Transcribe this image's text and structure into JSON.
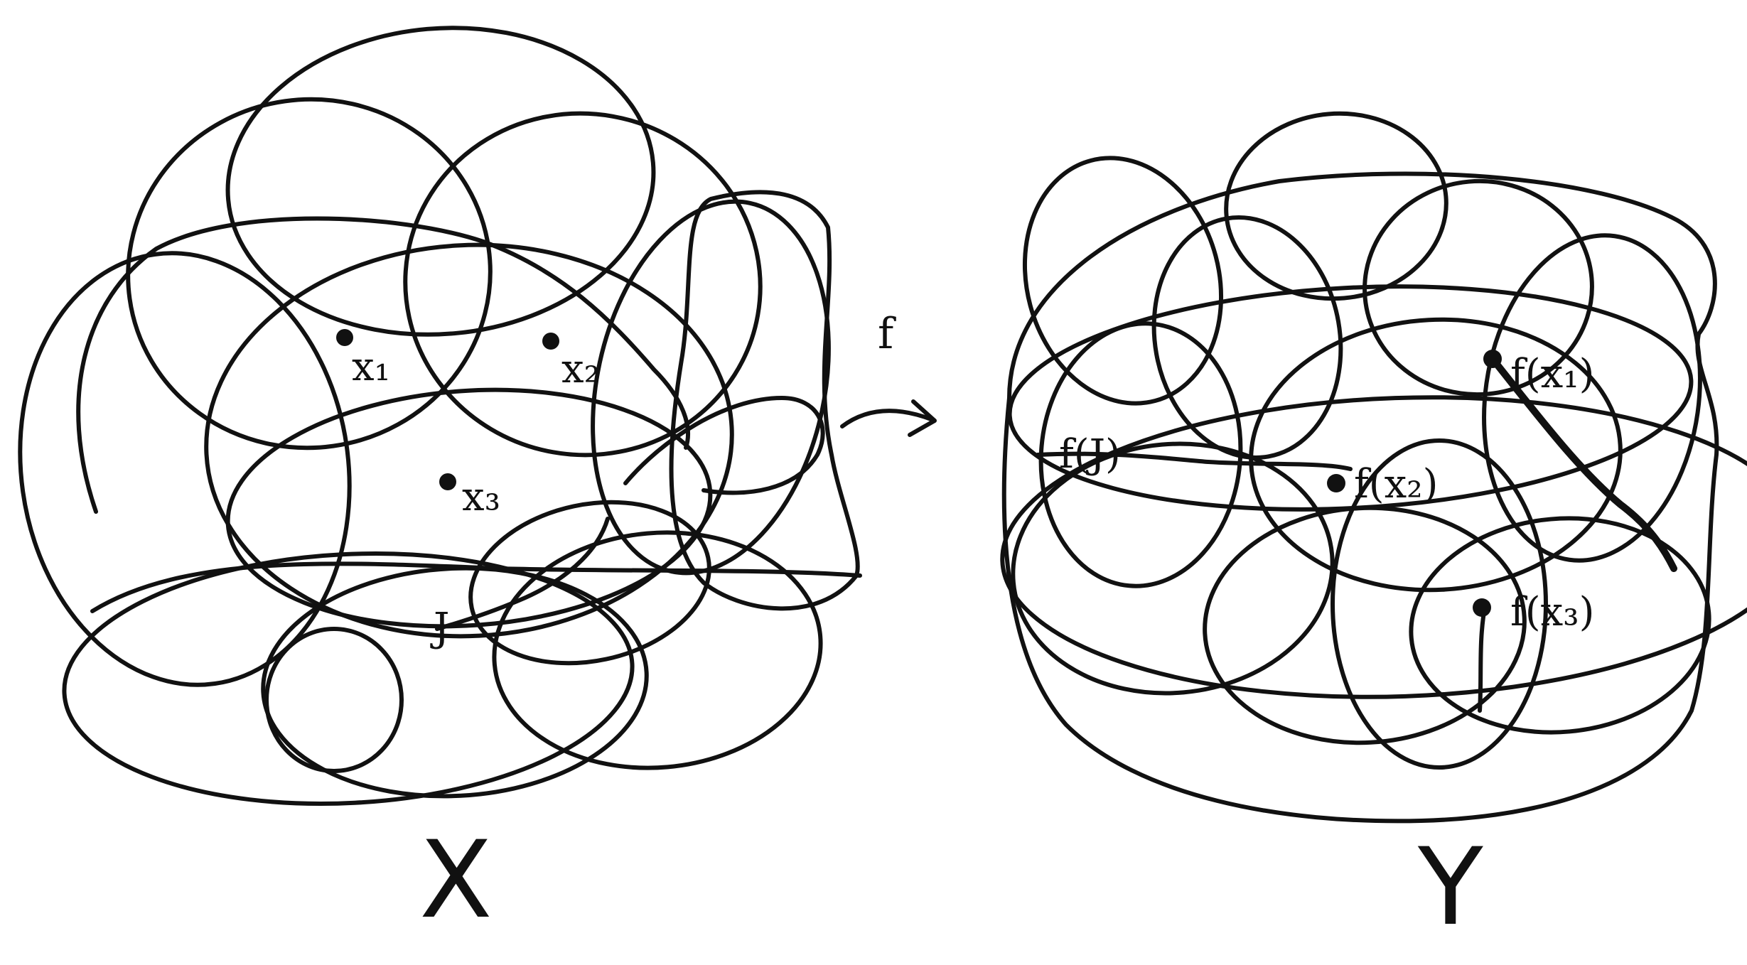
{
  "space_x": {
    "label": "X",
    "points": [
      {
        "label": "x₁"
      },
      {
        "label": "x₂"
      },
      {
        "label": "x₃"
      }
    ],
    "curve_label": "J"
  },
  "map": {
    "label": "f"
  },
  "space_y": {
    "label": "Y",
    "points": [
      {
        "label": "f(x₁)"
      },
      {
        "label": "f(x₂)"
      },
      {
        "label": "f(x₃)"
      }
    ],
    "curve_label": "f(J)"
  },
  "colors": {
    "ink": "#111111",
    "background": "#ffffff"
  }
}
